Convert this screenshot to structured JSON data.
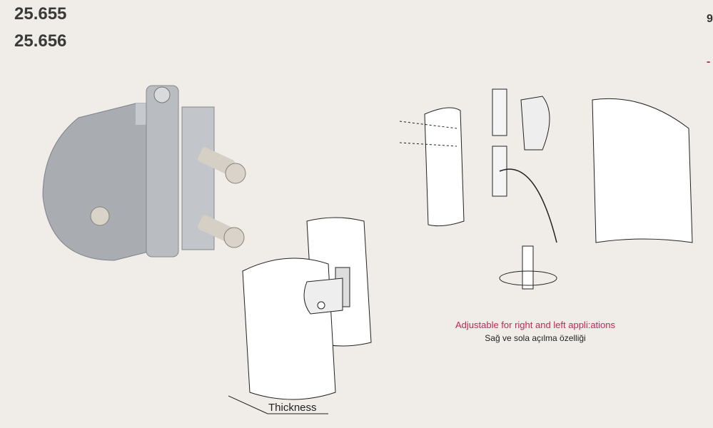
{
  "product_codes": [
    "25.655",
    "25.656"
  ],
  "caption_en": "Adjustable for right and left appli:ations",
  "caption_tr": "Sağ ve sola açılma özelliği",
  "thickness_label": "Thickness",
  "colors": {
    "accent": "#c8235a",
    "text": "#3a3a3a",
    "background": "#f0ede8"
  }
}
